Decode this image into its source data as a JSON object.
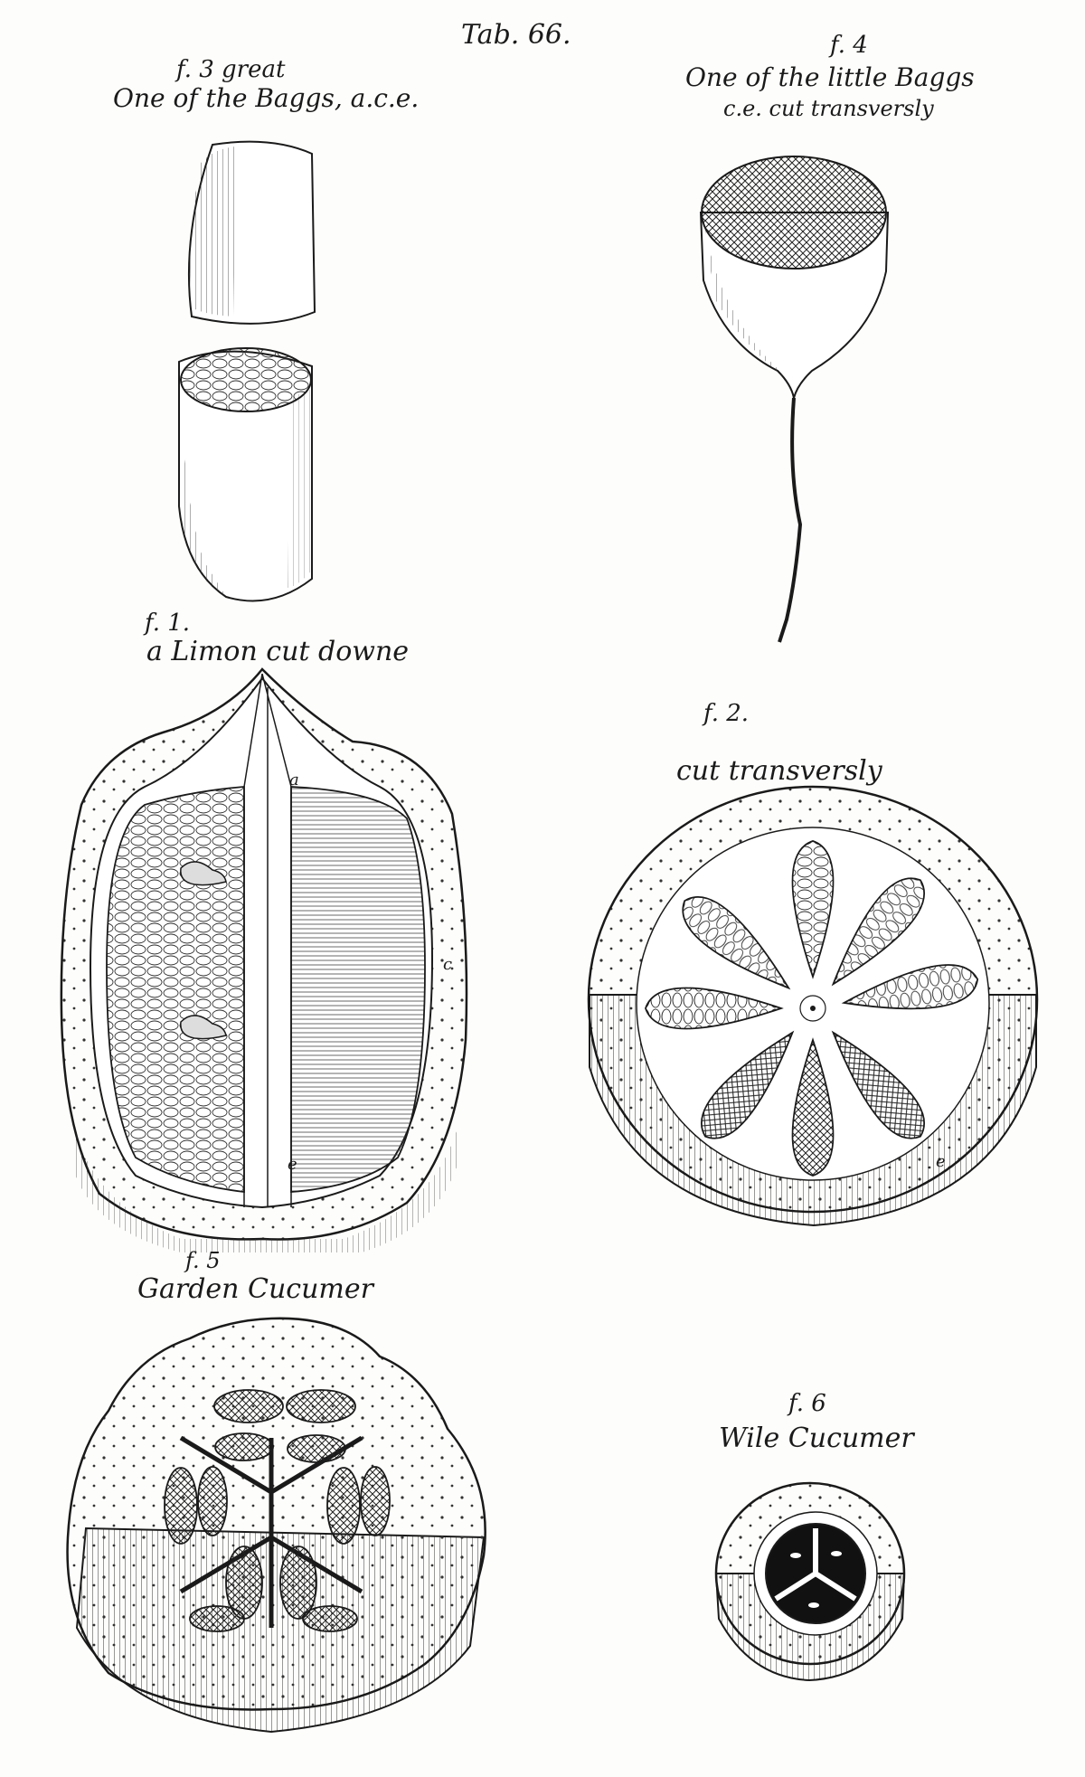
{
  "plate": {
    "title": "Tab. 66."
  },
  "figures": {
    "f3": {
      "number": "f. 3 great",
      "caption": "One of the Baggs, a.c.e."
    },
    "f4": {
      "number": "f. 4",
      "caption_line1": "One of the little Baggs",
      "caption_line2": "c.e. cut transversly"
    },
    "f1": {
      "number": "f. 1.",
      "caption": "a Limon cut downe",
      "label_a": "a",
      "label_c": "c",
      "label_e": "e"
    },
    "f2": {
      "number": "f. 2.",
      "caption": "cut transversly",
      "label_e": "e"
    },
    "f5": {
      "number": "f. 5",
      "caption": "Garden Cucumer"
    },
    "f6": {
      "number": "f. 6",
      "caption": "Wile Cucumer"
    }
  },
  "colors": {
    "ink": "#1a1a1a",
    "paper": "#fdfdfb"
  }
}
